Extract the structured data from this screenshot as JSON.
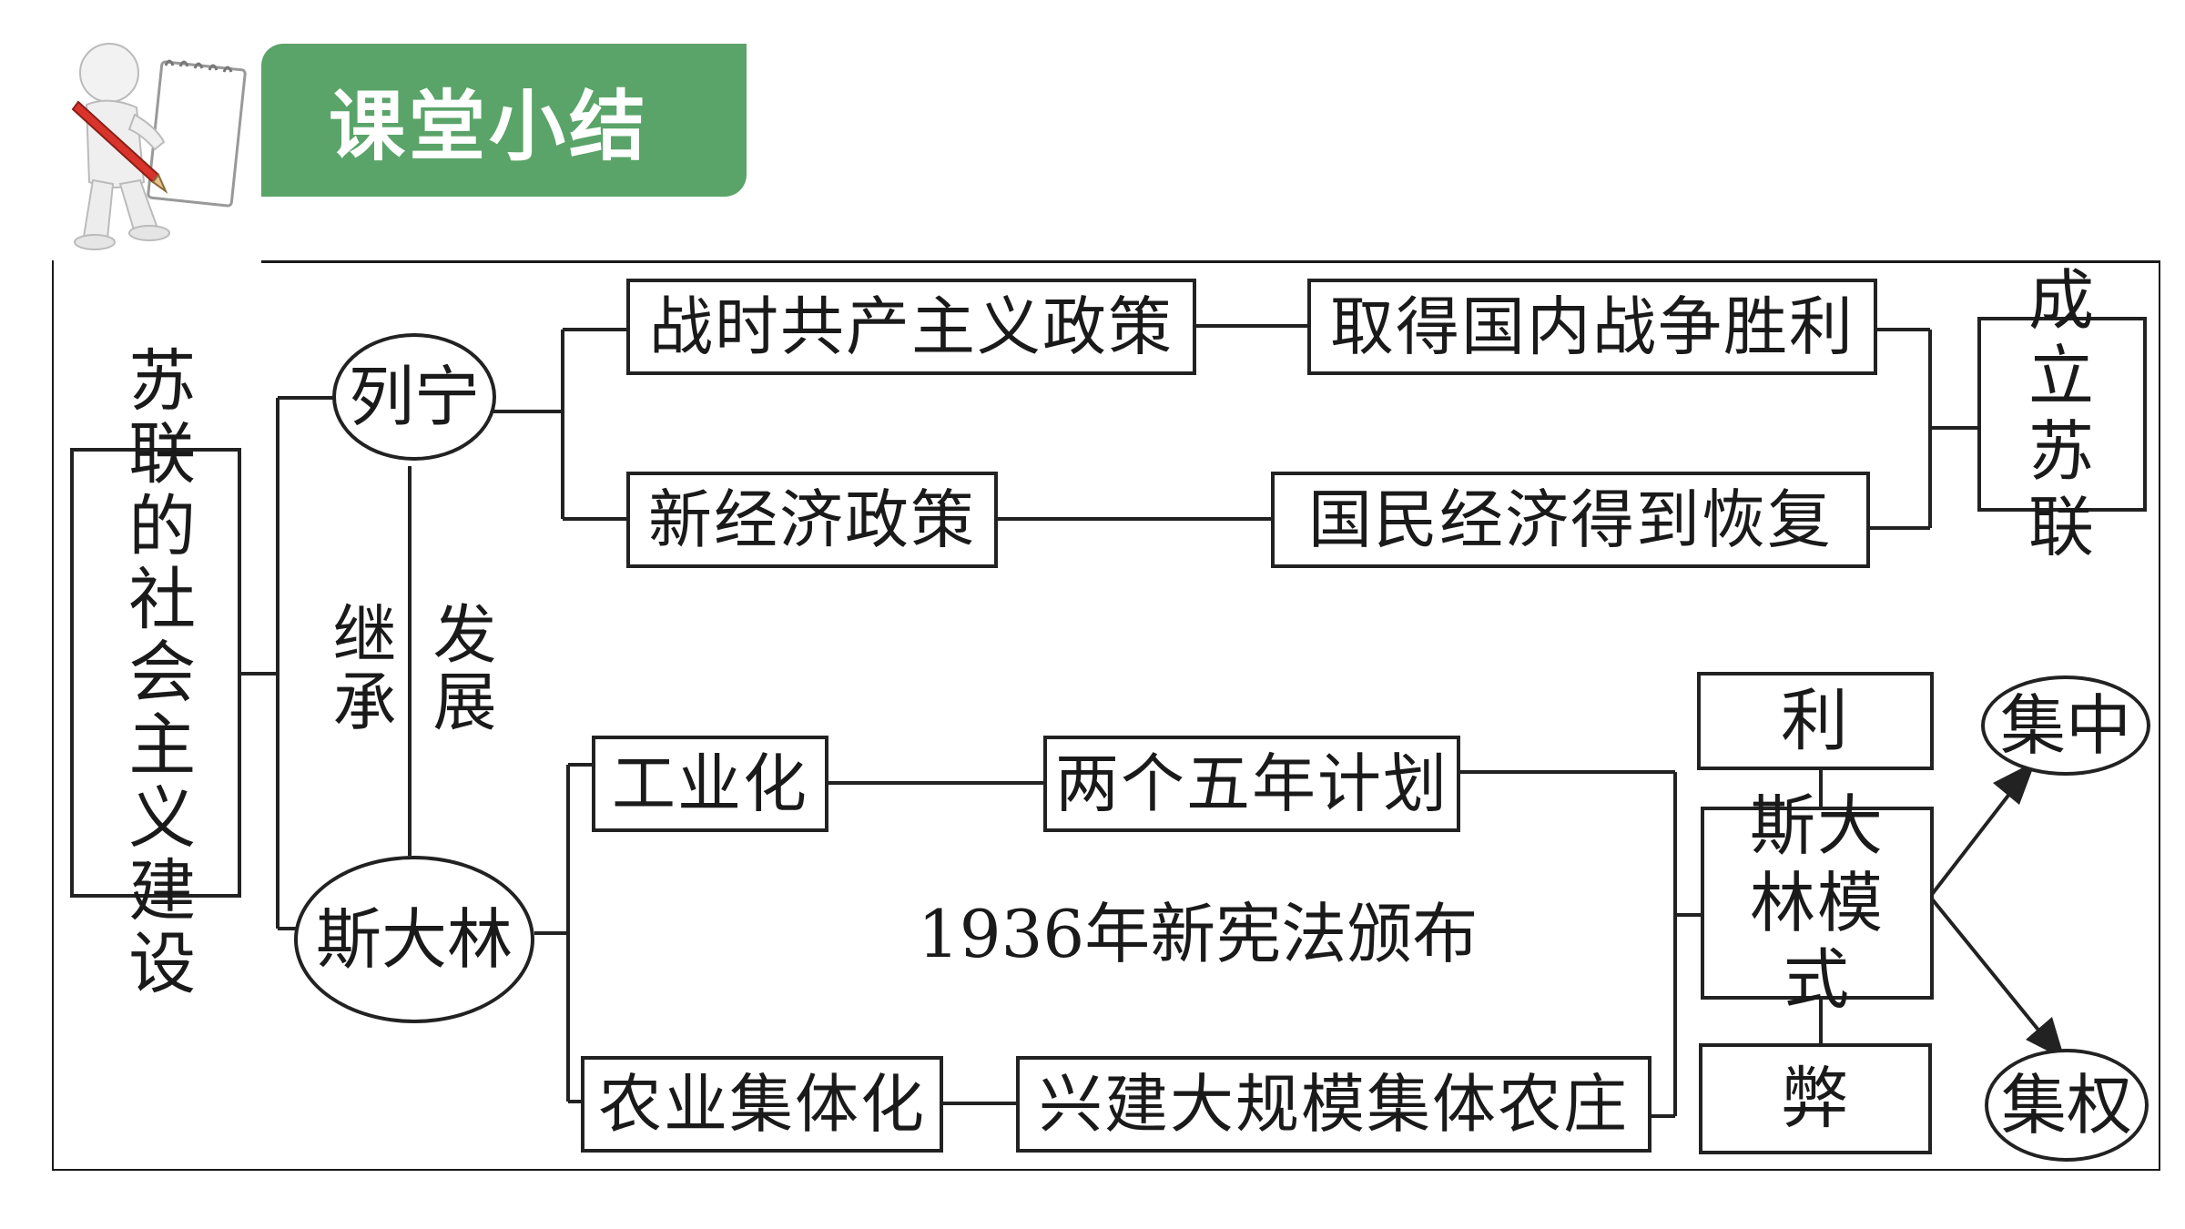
{
  "header": {
    "title": "课堂小结"
  },
  "diagram": {
    "root": "苏联的社会主义建设",
    "lenin": "列宁",
    "stalin": "斯大林",
    "inherit": "继承",
    "develop": "发展",
    "war_communism": "战时共产主义政策",
    "civil_war_victory": "取得国内战争胜利",
    "nep": "新经济政策",
    "economy_recovered": "国民经济得到恢复",
    "ussr_founded": "成立苏联",
    "industrialization": "工业化",
    "five_year_plans": "两个五年计划",
    "constitution_1936": "1936年新宪法颁布",
    "collectivization": "农业集体化",
    "collective_farms": "兴建大规模集体农庄",
    "advantage": "利",
    "stalin_model": "斯大林模式",
    "disadvantage": "弊",
    "centralization": "集中",
    "concentrated_power": "集权"
  },
  "colors": {
    "accent": "#5aa469",
    "line": "#222222"
  }
}
